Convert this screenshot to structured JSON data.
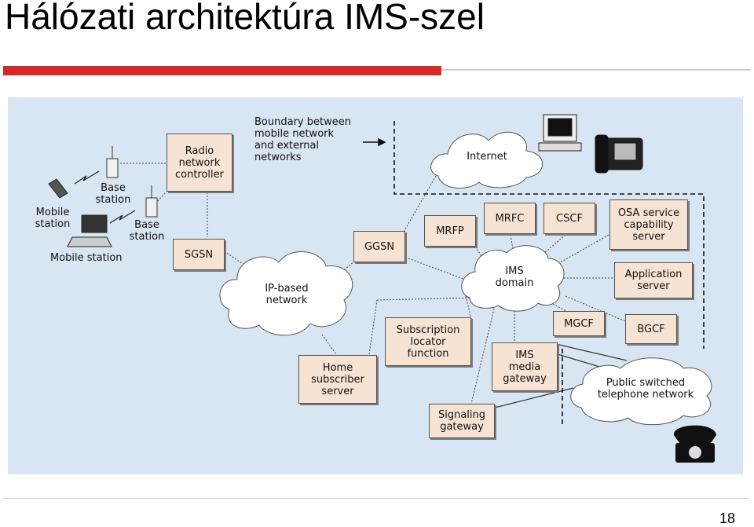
{
  "slide": {
    "title": "Hálózati architektúra IMS-szel",
    "page_number": "18"
  },
  "diagram": {
    "boundary_note": "Boundary between\nmobile network\nand external\nnetworks",
    "clouds": {
      "internet": "Internet",
      "ip_network": "IP-based\nnetwork",
      "ims_domain": "IMS\ndomain",
      "pstn": "Public switched\ntelephone network"
    },
    "boxes": {
      "rnc": "Radio\nnetwork\ncontroller",
      "sgsn": "SGSN",
      "ggsn": "GGSN",
      "mrfp": "MRFP",
      "mrfc": "MRFC",
      "cscf": "CSCF",
      "osa": "OSA service\ncapability\nserver",
      "app_server": "Application\nserver",
      "mgcf": "MGCF",
      "bgcf": "BGCF",
      "slf": "Subscription\nlocator\nfunction",
      "ims_gateway": "IMS\nmedia\ngateway",
      "hss": "Home\nsubscriber\nserver",
      "signaling_gw": "Signaling\ngateway"
    },
    "labels": {
      "base_station_1": "Base\nstation",
      "base_station_2": "Base\nstation",
      "mobile_station_1": "Mobile\nstation",
      "mobile_station_2": "Mobile station"
    }
  }
}
